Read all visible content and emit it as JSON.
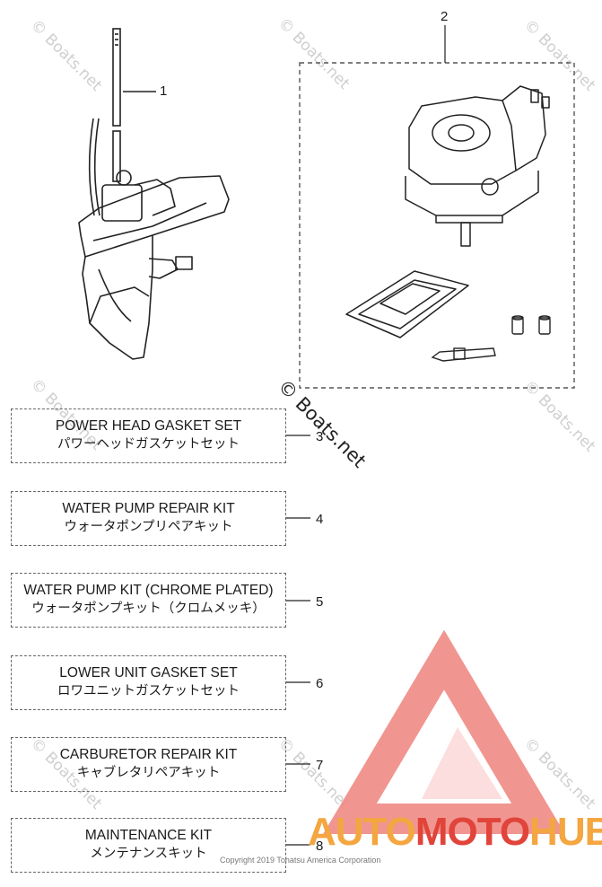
{
  "watermark": {
    "text": "© Boats.net"
  },
  "callouts": {
    "c1": "1",
    "c2": "2",
    "c3": "3",
    "c4": "4",
    "c5": "5",
    "c6": "6",
    "c7": "7",
    "c8": "8"
  },
  "kits": [
    {
      "en": "POWER HEAD GASKET SET",
      "jp": "パワーヘッドガスケットセット"
    },
    {
      "en": "WATER PUMP REPAIR KIT",
      "jp": "ウォータポンプリペアキット"
    },
    {
      "en": "WATER PUMP KIT (CHROME PLATED)",
      "jp": "ウォータポンプキット（クロムメッキ）"
    },
    {
      "en": "LOWER UNIT GASKET SET",
      "jp": "ロワユニットガスケットセット"
    },
    {
      "en": "CARBURETOR REPAIR KIT",
      "jp": "キャブレタリペアキット"
    },
    {
      "en": "MAINTENANCE KIT",
      "jp": "メンテナンスキット"
    }
  ],
  "footer": {
    "copyright": "Copyright 2019 Tohatsu America Corporation"
  },
  "logo": {
    "part1": "AUTO",
    "part2": "MOTO",
    "part3": "HUB",
    "color_orange": "#f4a640",
    "color_red": "#e0443a"
  }
}
